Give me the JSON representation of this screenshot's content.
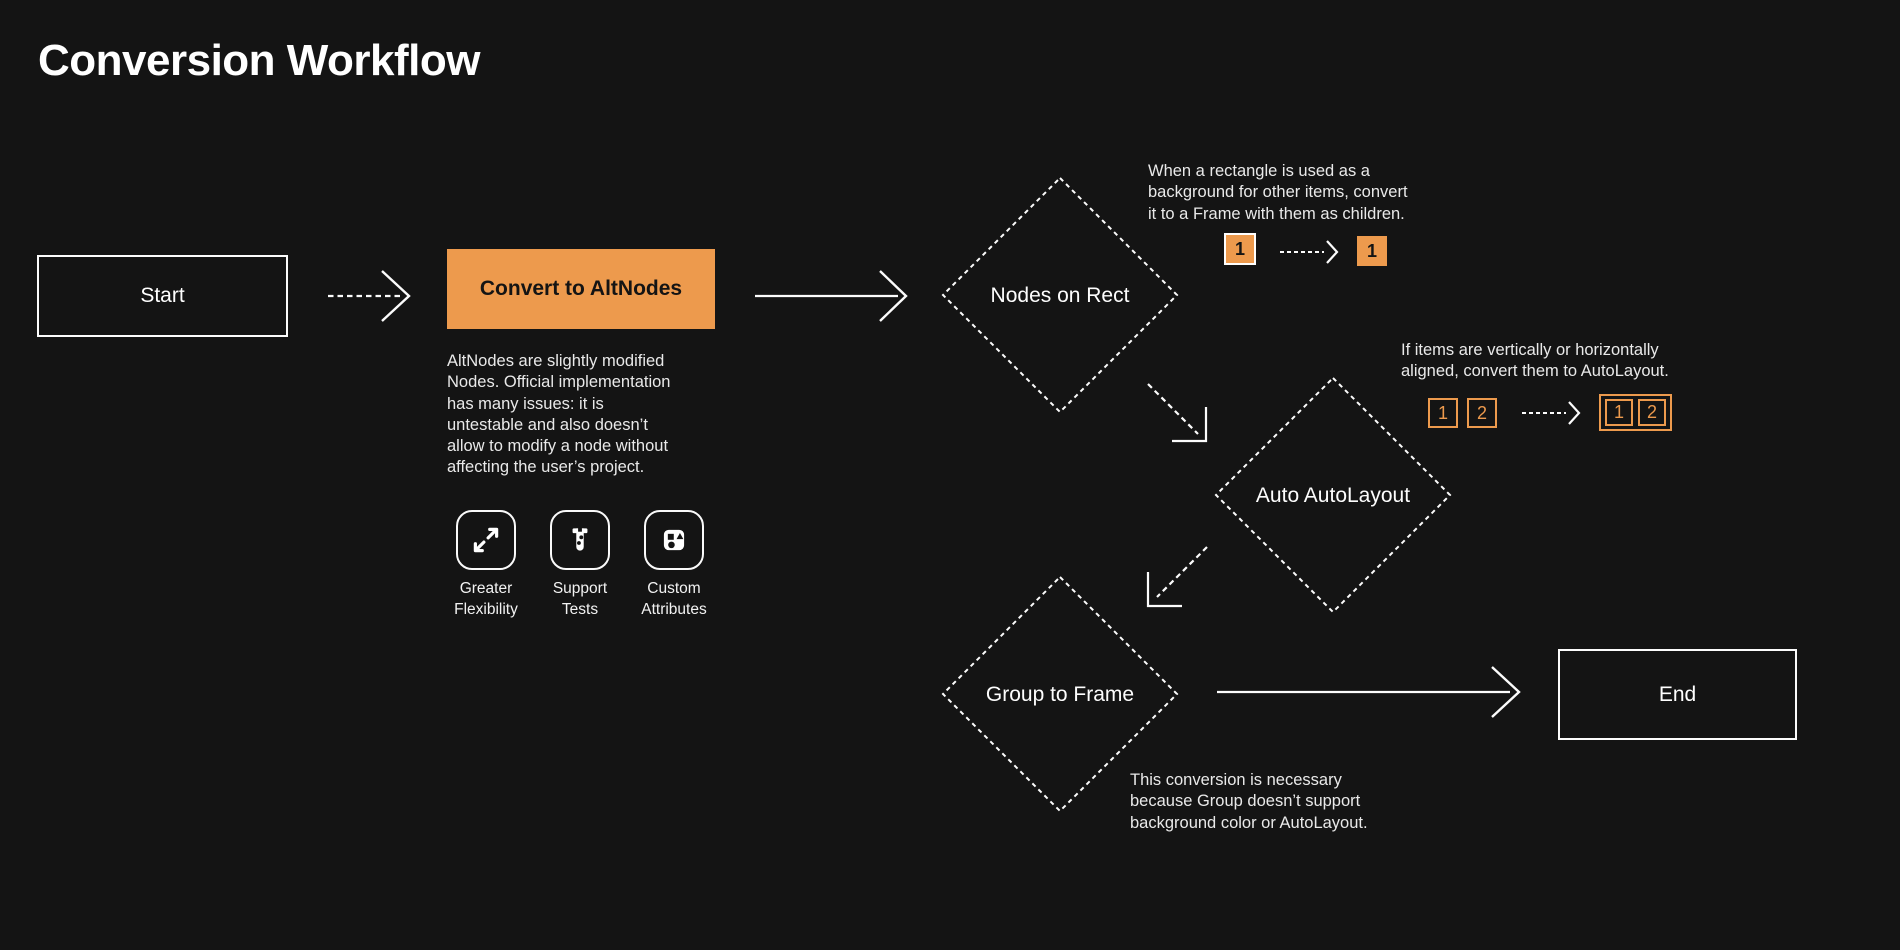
{
  "page": {
    "title": "Conversion Workflow",
    "background_color": "#141414",
    "accent_color": "#ED9A4D",
    "line_color": "#FFFFFF"
  },
  "nodes": {
    "start": {
      "label": "Start",
      "shape": "rectangle-outlined"
    },
    "convert": {
      "label": "Convert to AltNodes",
      "shape": "rectangle-filled-orange"
    },
    "nodes_on_rect": {
      "label": "Nodes on Rect",
      "shape": "diamond-dashed"
    },
    "auto_autolayout": {
      "label": "Auto AutoLayout",
      "shape": "diamond-dashed"
    },
    "group_to_frame": {
      "label": "Group to Frame",
      "shape": "diamond-dashed"
    },
    "end": {
      "label": "End",
      "shape": "rectangle-outlined"
    }
  },
  "descriptions": {
    "altnodes": "AltNodes are slightly modified\nNodes. Official implementation\nhas many issues: it is\nuntestable and also doesn’t\nallow to modify a node without\naffecting the user’s project.",
    "nodes_on_rect": "When a rectangle is used as a\nbackground for other items, convert\nit to a Frame with them as children.",
    "auto_autolayout": "If items are vertically or horizontally\naligned, convert them to AutoLayout.",
    "group_to_frame": "This conversion is necessary\nbecause Group doesn’t support\nbackground color or AutoLayout."
  },
  "features": [
    {
      "icon": "expand-icon",
      "label": "Greater\nFlexibility"
    },
    {
      "icon": "test-tube-icon",
      "label": "Support\nTests"
    },
    {
      "icon": "shapes-icon",
      "label": "Custom\nAttributes"
    }
  ],
  "mini_diagrams": {
    "rect_conversion": {
      "before": "1",
      "after": "1"
    },
    "autolayout_conversion": {
      "item1": "1",
      "item2": "2",
      "grouped_item1": "1",
      "grouped_item2": "2"
    }
  }
}
